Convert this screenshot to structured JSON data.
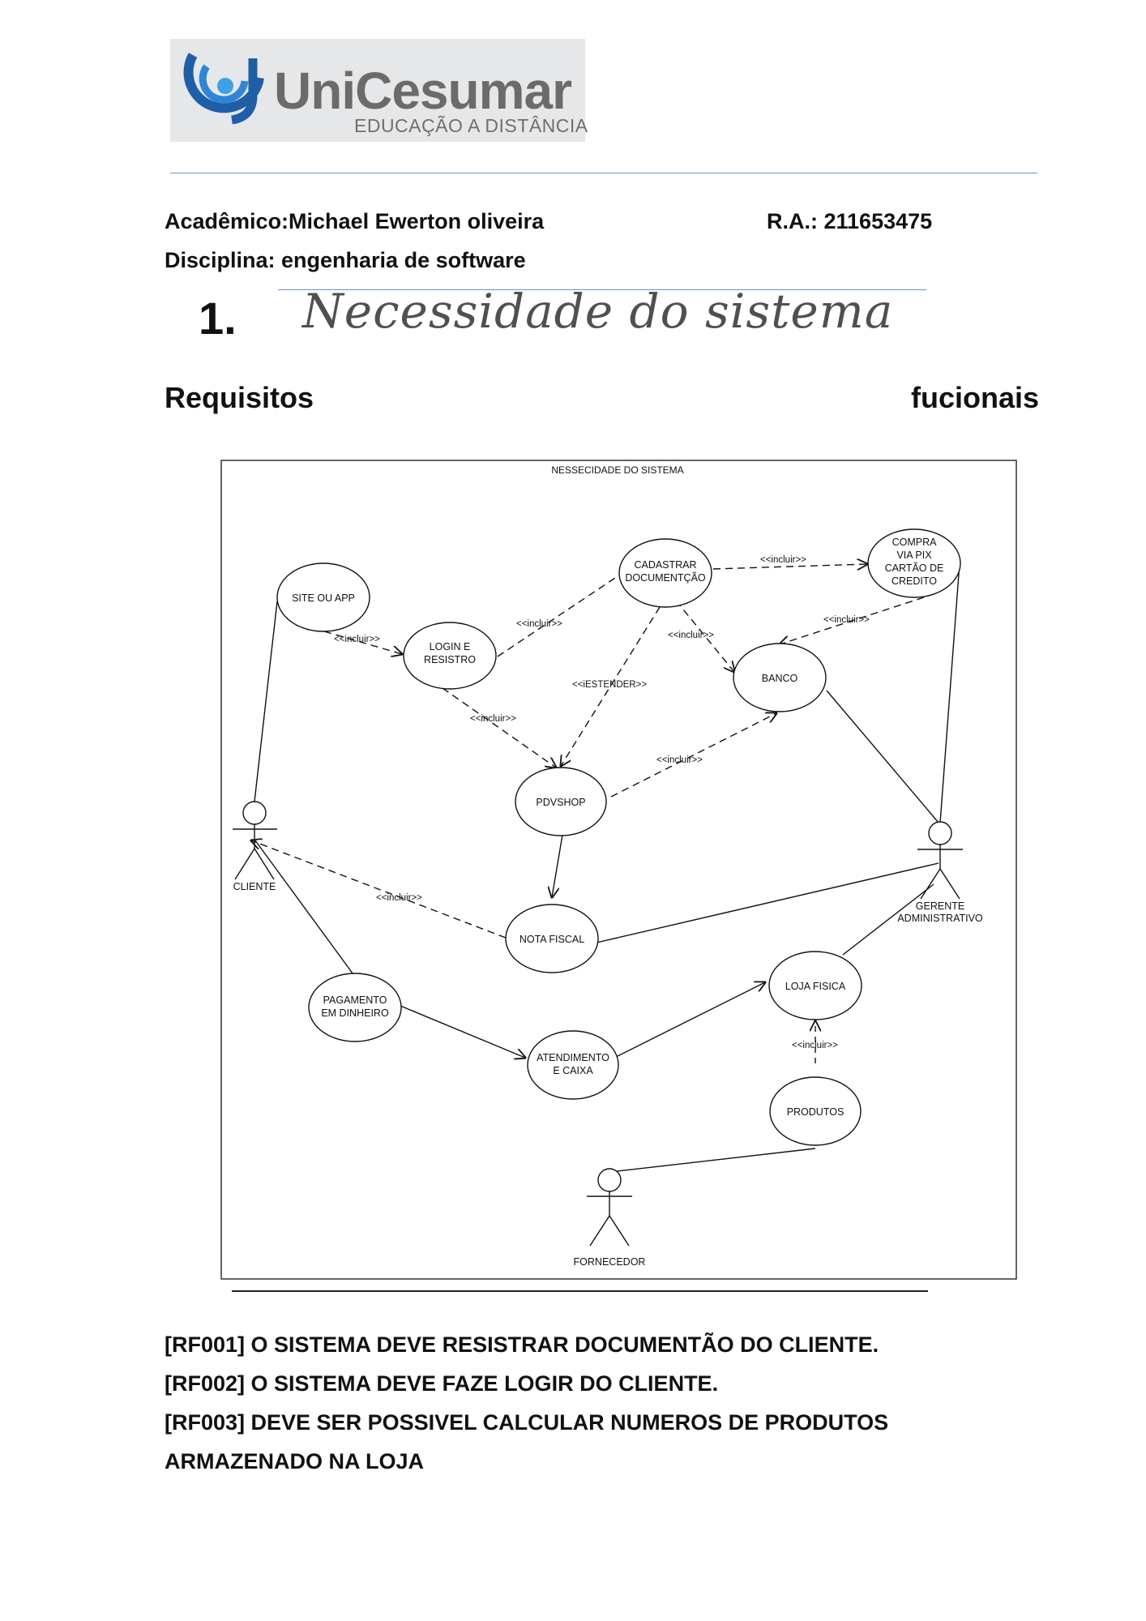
{
  "header": {
    "logo_brand": "UniCesumar",
    "logo_subtitle": "EDUCAÇÃO A DISTÂNCIA"
  },
  "student": {
    "academico": "Acadêmico:Michael Ewerton oliveira",
    "ra": "R.A.: 211653475",
    "disciplina": "Disciplina: engenharia de software"
  },
  "section": {
    "number": "1.",
    "title": "Necessidade do sistema"
  },
  "requirements_heading": {
    "left": "Requisitos",
    "right": "fucionais"
  },
  "diagram": {
    "title": "NESSECIDADE DO SISTEMA",
    "use_cases": {
      "site": [
        "SITE OU APP"
      ],
      "login": [
        "LOGIN E",
        "RESISTRO"
      ],
      "cadastrar": [
        "CADASTRAR",
        "DOCUMENTÇÃO"
      ],
      "compra": [
        "COMPRA",
        "VIA PIX",
        "CARTÃO DE",
        "CREDITO"
      ],
      "banco": [
        "BANCO"
      ],
      "pdvshop": [
        "PDVSHOP"
      ],
      "nota": [
        "NOTA FISCAL"
      ],
      "pagamento": [
        "PAGAMENTO",
        "EM DINHEIRO"
      ],
      "atendimento": [
        "ATENDIMENTO",
        "E CAIXA"
      ],
      "loja": [
        "LOJA  FISICA"
      ],
      "produtos": [
        "PRODUTOS"
      ]
    },
    "actors": {
      "cliente": [
        "CLIENTE"
      ],
      "gerente": [
        "GERENTE",
        "ADMINISTRATIVO"
      ],
      "fornecedor": [
        "FORNECEDOR"
      ]
    },
    "relation_labels": {
      "site_login": "<<incluir>>",
      "login_cadastrar": "<<incluir>>",
      "cadastrar_compra": "<<incluir>>",
      "compra_banco": "<<incluir>>",
      "cadastrar_banco": "<<incluir>>",
      "cadastrar_pdv": "<<iESTENDER>>",
      "login_pdv": "<<incluir>>",
      "pdv_banco": "<<incluir>>",
      "nota_cliente": "<<incluir>>",
      "produtos_loja": "<<incluir>>"
    }
  },
  "functional_requirements": [
    "[RF001] O SISTEMA DEVE RESISTRAR DOCUMENTÃO DO CLIENTE.",
    "[RF002] O SISTEMA DEVE FAZE LOGIR DO CLIENTE.",
    "[RF003] DEVE SER POSSIVEL CALCULAR NUMEROS DE PRODUTOS",
    "ARMAZENADO NA LOJA"
  ]
}
